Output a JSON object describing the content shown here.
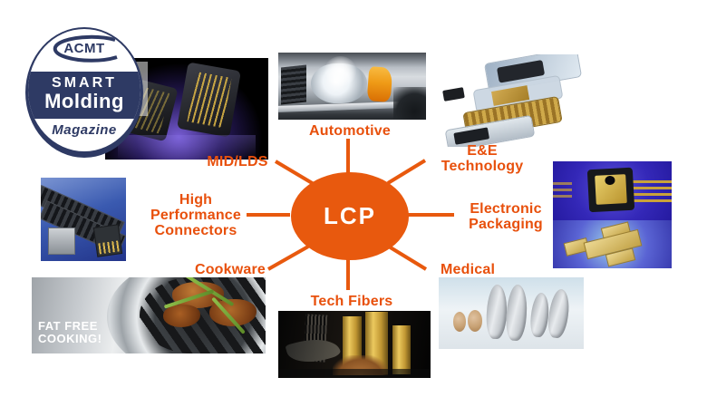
{
  "logo": {
    "org": "ACMT",
    "title_line1": "SMART",
    "title_line2": "Molding",
    "subtitle": "Magazine"
  },
  "diagram": {
    "type": "hub-and-spoke",
    "center_label": "LCP",
    "nodes": [
      {
        "id": "automotive",
        "label": "Automotive",
        "position": "top"
      },
      {
        "id": "ee-technology",
        "label": "E&E Technology",
        "position": "top-right"
      },
      {
        "id": "electronic-packaging",
        "label": "Electronic Packaging",
        "position": "right"
      },
      {
        "id": "medical",
        "label": "Medical",
        "position": "bottom-right"
      },
      {
        "id": "tech-fibers",
        "label": "Tech Fibers",
        "position": "bottom"
      },
      {
        "id": "cookware",
        "label": "Cookware",
        "position": "bottom-left"
      },
      {
        "id": "high-performance-connectors",
        "label": "High Performance Connectors",
        "position": "left"
      },
      {
        "id": "mid-lds",
        "label": "MID/LDS",
        "position": "top-left"
      }
    ]
  },
  "images": {
    "cookware_banner": {
      "caption_line1": "FAT FREE",
      "caption_line2": "COOKING!"
    }
  },
  "colors": {
    "accent_orange": "#e8590e",
    "label_orange": "#e8500c",
    "logo_navy": "#2e3a64"
  }
}
